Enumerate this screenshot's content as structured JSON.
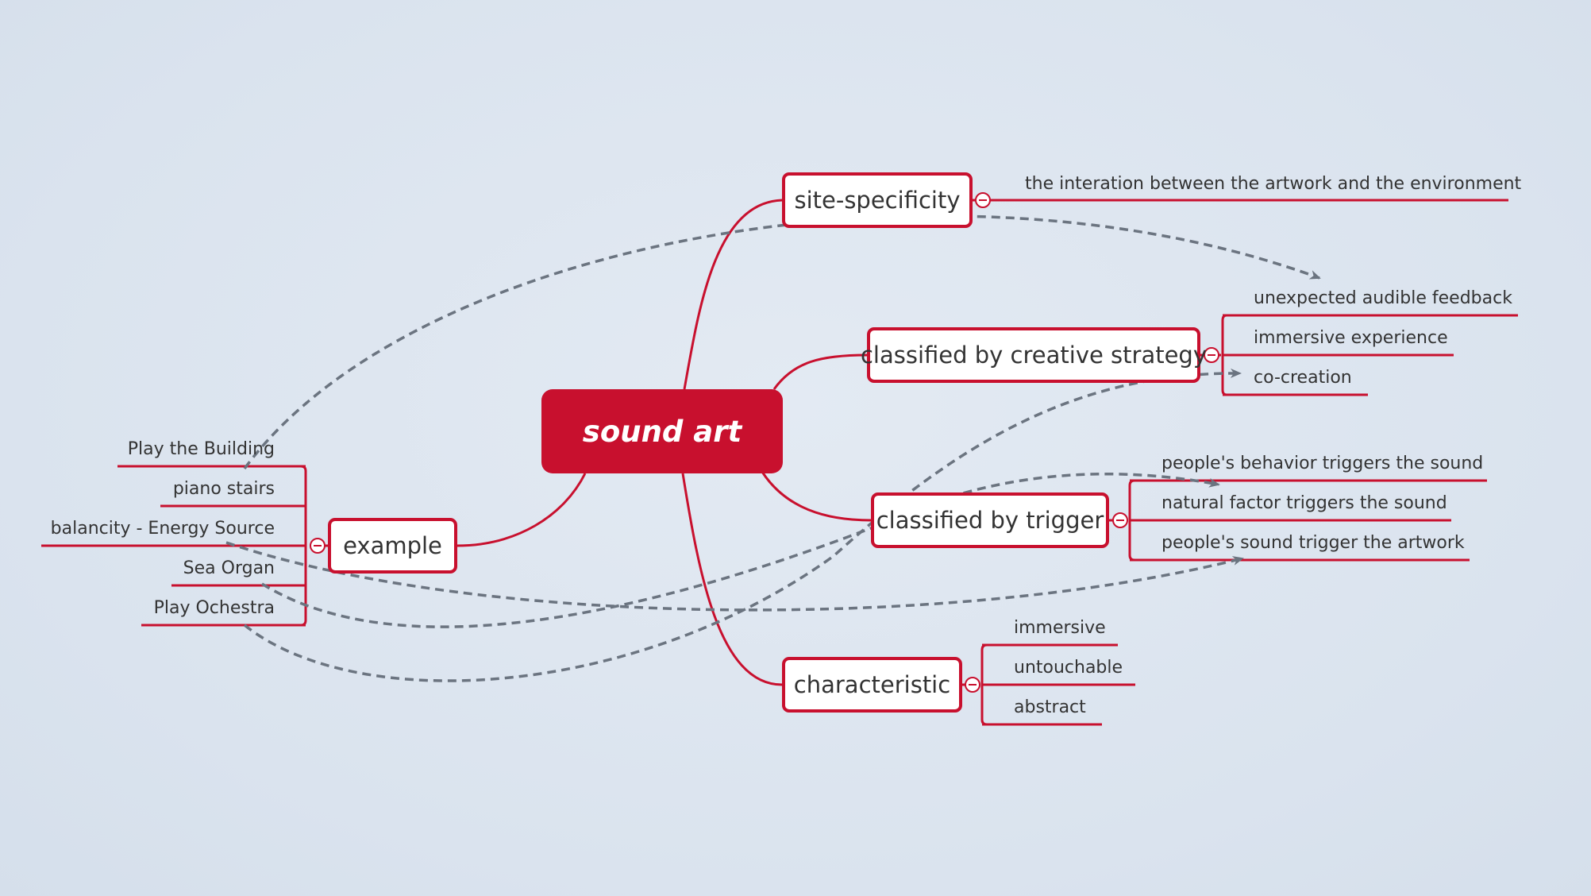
{
  "central": {
    "label": "sound art"
  },
  "branches": {
    "site": {
      "label": "site-specificity",
      "children": [
        "the interation between the artwork and the environment"
      ]
    },
    "strategy": {
      "label": "classified by creative strategy",
      "children": [
        "unexpected audible feedback",
        "immersive experience",
        "co-creation"
      ]
    },
    "trigger": {
      "label": "classified by trigger",
      "children": [
        "people's behavior triggers the sound",
        "natural factor triggers the sound",
        "people's sound trigger the artwork"
      ]
    },
    "characteristic": {
      "label": "characteristic",
      "children": [
        "immersive",
        "untouchable",
        "abstract"
      ]
    },
    "example": {
      "label": "example",
      "children": [
        "Play the Building",
        "piano stairs",
        "balancity - Energy Source",
        "Sea Organ",
        "Play Ochestra"
      ]
    }
  },
  "relationships": [
    {
      "from": "Play the Building",
      "to": "unexpected audible feedback"
    },
    {
      "from": "balancity - Energy Source",
      "to": "people's sound trigger the artwork"
    },
    {
      "from": "Sea Organ",
      "to": "people's behavior triggers the sound"
    },
    {
      "from": "Play Ochestra",
      "to": "co-creation"
    }
  ],
  "colors": {
    "accent": "#c8102e",
    "relationship": "#6b7480",
    "background": "#dde5ef",
    "text": "#333333"
  },
  "icons": {
    "collapse": "minus-circle-icon",
    "arrowhead": "arrowhead-icon"
  }
}
